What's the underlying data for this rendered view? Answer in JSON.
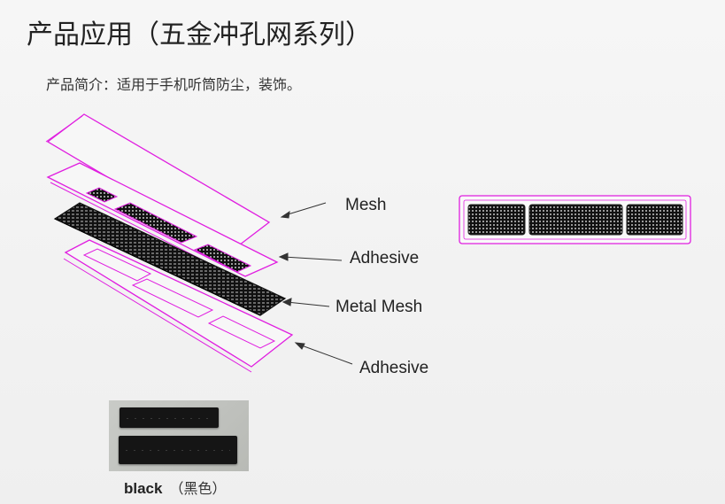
{
  "title": "产品应用（五金冲孔网系列）",
  "intro": "产品简介：适用于手机听筒防尘，装饰。",
  "labels": {
    "mesh": "Mesh",
    "adhesive_top": "Adhesive",
    "metal_mesh": "Metal Mesh",
    "adhesive_bottom": "Adhesive"
  },
  "caption": {
    "color_name": "black",
    "color_cn": "（黑色）"
  },
  "colors": {
    "outline": "#e01ee0",
    "mesh_fill": "#1a1a1a",
    "text": "#222222",
    "photo_strip": "#151515"
  }
}
